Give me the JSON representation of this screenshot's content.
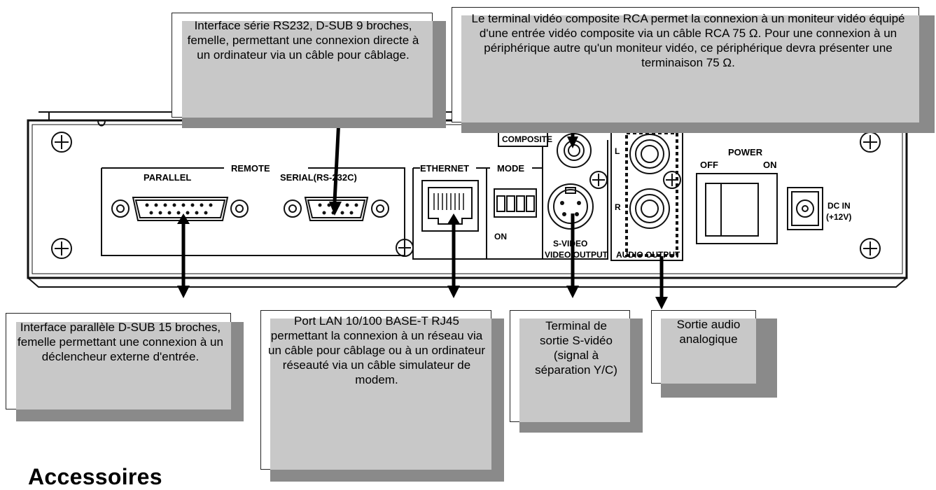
{
  "panel": {
    "remote_label": "REMOTE",
    "parallel_label": "PARALLEL",
    "serial_label": "SERIAL(RS-232C)",
    "ethernet_label": "ETHERNET",
    "mode_label": "MODE",
    "mode_on_label": "ON",
    "composite_label": "COMPOSITE",
    "svideo_label_line1": "S-VIDEO",
    "video_output_label": "VIDEO OUTPUT",
    "audio_left_label": "L",
    "audio_right_label": "R",
    "audio_output_label": "AUDIO OUTPUT",
    "power_label": "POWER",
    "power_off_label": "OFF",
    "power_on_label": "ON",
    "dcin_label_line1": "DC IN",
    "dcin_label_line2": "(+12V)"
  },
  "callouts": {
    "serial": "Interface série RS232, D-SUB 9 broches, femelle, permettant une connexion directe à un ordinateur via un câble pour câblage.",
    "composite": "Le terminal vidéo composite RCA permet la connexion à un moniteur vidéo équipé d'une entrée vidéo composite via un câble RCA 75 Ω. Pour une connexion à un périphérique autre qu'un moniteur vidéo, ce périphérique devra présenter une terminaison 75 Ω.",
    "parallel": "Interface parallèle D-SUB 15 broches, femelle permettant une connexion à un déclencheur externe d'entrée.",
    "lan": "Port LAN 10/100 BASE-T RJ45 permettant la connexion à un réseau via un câble pour câblage ou à un ordinateur réseauté via un câble simulateur de modem.",
    "svideo": "Terminal de sortie S-vidéo (signal à séparation Y/C)",
    "audio": "Sortie audio analogique"
  },
  "heading": "Accessoires"
}
